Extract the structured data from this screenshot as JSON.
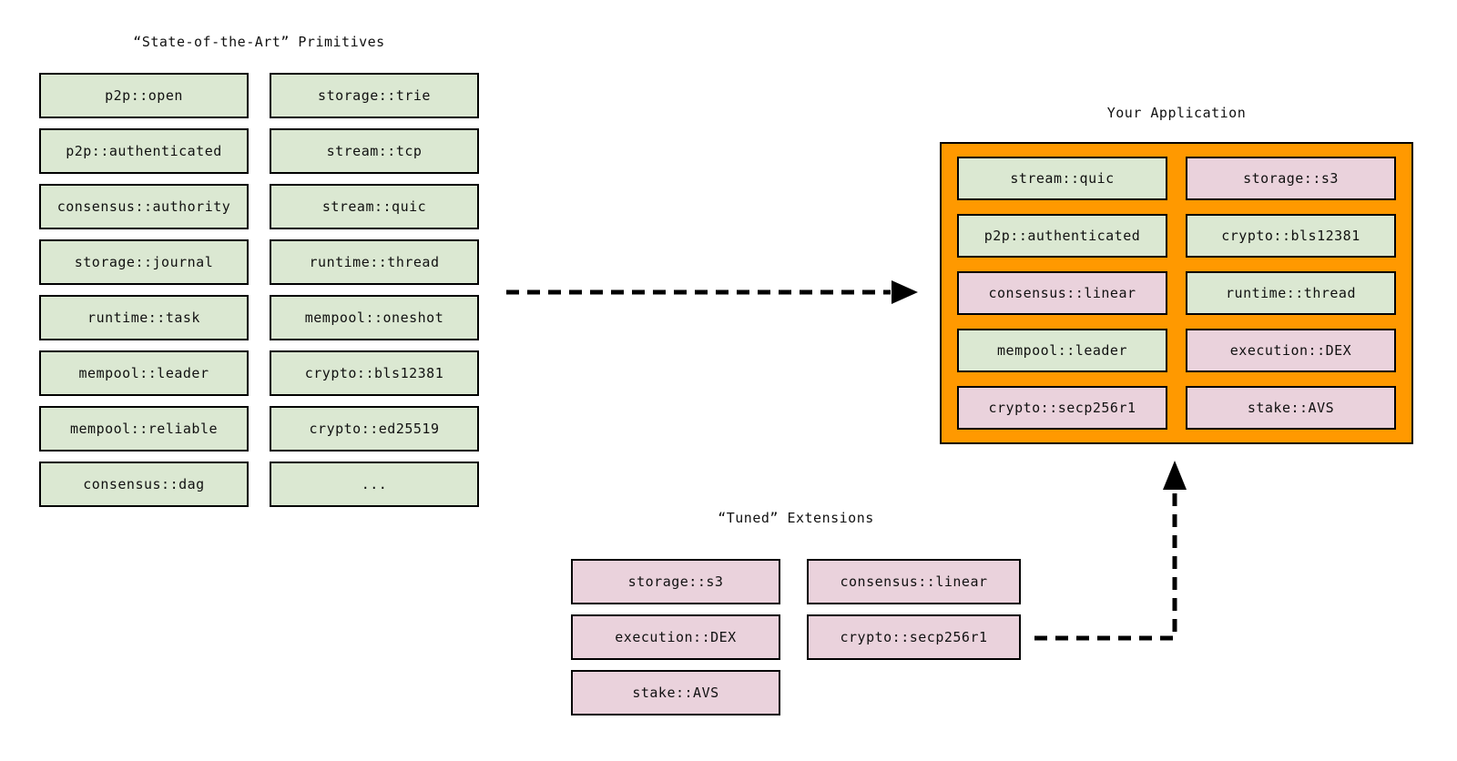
{
  "colors": {
    "primitive_green": "#dbe8d2",
    "extension_pink": "#ead2dc",
    "application_orange": "#ff9900",
    "border_black": "#000000",
    "arrow_black": "#000000"
  },
  "primitives": {
    "title": "“State-of-the-Art” Primitives",
    "column1": [
      "p2p::open",
      "p2p::authenticated",
      "consensus::authority",
      "storage::journal",
      "runtime::task",
      "mempool::leader",
      "mempool::reliable",
      "consensus::dag"
    ],
    "column2": [
      "storage::trie",
      "stream::tcp",
      "stream::quic",
      "runtime::thread",
      "mempool::oneshot",
      "crypto::bls12381",
      "crypto::ed25519",
      "..."
    ]
  },
  "application": {
    "title": "Your Application",
    "items": [
      {
        "label": "stream::quic",
        "type": "primitive"
      },
      {
        "label": "storage::s3",
        "type": "extension"
      },
      {
        "label": "p2p::authenticated",
        "type": "primitive"
      },
      {
        "label": "crypto::bls12381",
        "type": "primitive"
      },
      {
        "label": "consensus::linear",
        "type": "extension"
      },
      {
        "label": "runtime::thread",
        "type": "primitive"
      },
      {
        "label": "mempool::leader",
        "type": "primitive"
      },
      {
        "label": "execution::DEX",
        "type": "extension"
      },
      {
        "label": "crypto::secp256r1",
        "type": "extension"
      },
      {
        "label": "stake::AVS",
        "type": "extension"
      }
    ]
  },
  "extensions": {
    "title": "“Tuned” Extensions",
    "column1": [
      "storage::s3",
      "execution::DEX",
      "stake::AVS"
    ],
    "column2": [
      "consensus::linear",
      "crypto::secp256r1"
    ]
  }
}
